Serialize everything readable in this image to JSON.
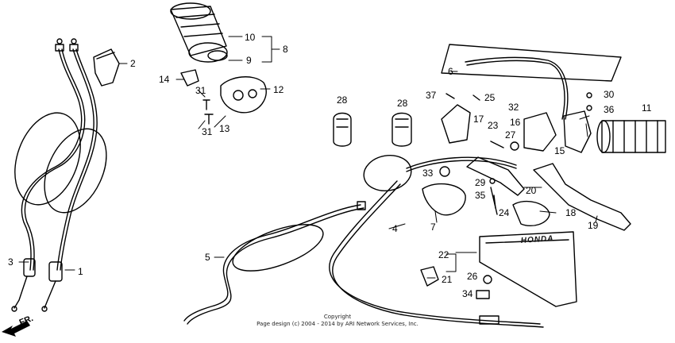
{
  "callouts": [
    "1",
    "2",
    "3",
    "4",
    "5",
    "6",
    "7",
    "8",
    "9",
    "10",
    "11",
    "12",
    "13",
    "14",
    "15",
    "16",
    "17",
    "18",
    "19",
    "20",
    "21",
    "22",
    "23",
    "24",
    "25",
    "26",
    "27",
    "28",
    "28",
    "29",
    "30",
    "31",
    "31",
    "32",
    "33",
    "34",
    "35",
    "36",
    "37"
  ],
  "brand_text": "HONDA",
  "direction_label": "FR.",
  "copyright": {
    "line1": "Copyright",
    "line2": "Page design (c) 2004 - 2014 by ARI Network Services, Inc."
  }
}
